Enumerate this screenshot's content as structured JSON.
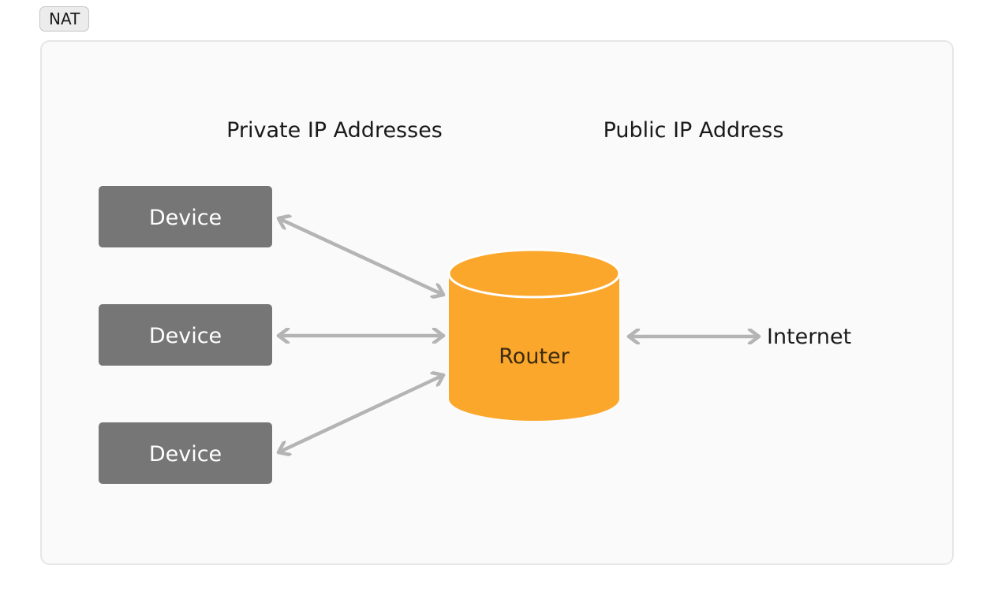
{
  "tag": {
    "label": "NAT"
  },
  "diagram": {
    "private_label": "Private IP Addresses",
    "public_label": "Public IP Address",
    "devices": [
      {
        "label": "Device"
      },
      {
        "label": "Device"
      },
      {
        "label": "Device"
      }
    ],
    "router": {
      "label": "Router"
    },
    "internet": {
      "label": "Internet"
    }
  },
  "colors": {
    "device_fill": "#767676",
    "router_fill": "#FBA72B",
    "arrow": "#B4B4B4",
    "frame_bg": "#FAFAFA"
  }
}
